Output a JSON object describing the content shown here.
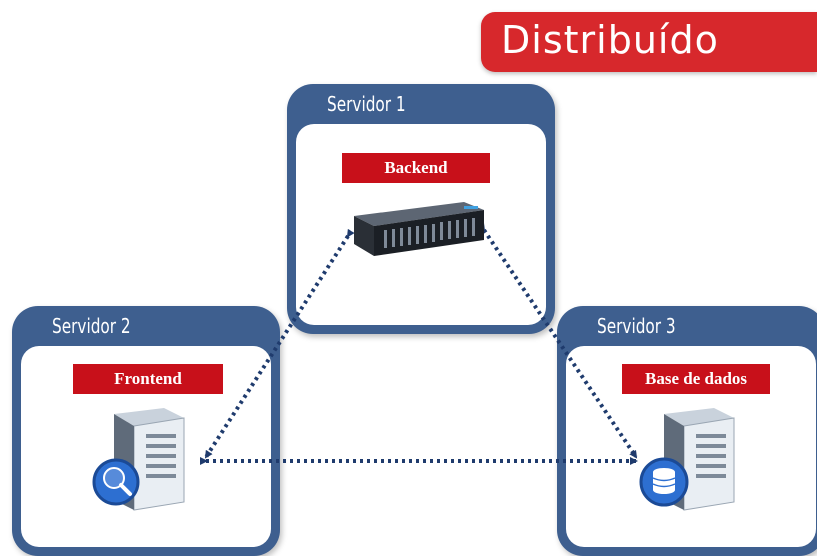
{
  "title": "Distribuído",
  "servers": [
    {
      "name": "Servidor 1",
      "role": "Backend"
    },
    {
      "name": "Servidor 2",
      "role": "Frontend"
    },
    {
      "name": "Servidor 3",
      "role": "Base de dados"
    }
  ],
  "colors": {
    "accent_red": "#c8101a",
    "banner_red": "#d7282c",
    "server_blue": "#3e5f8f",
    "link_dots": "#1f3b6d"
  },
  "icons": [
    "rack-server-icon",
    "tower-server-search-icon",
    "tower-server-database-icon"
  ]
}
